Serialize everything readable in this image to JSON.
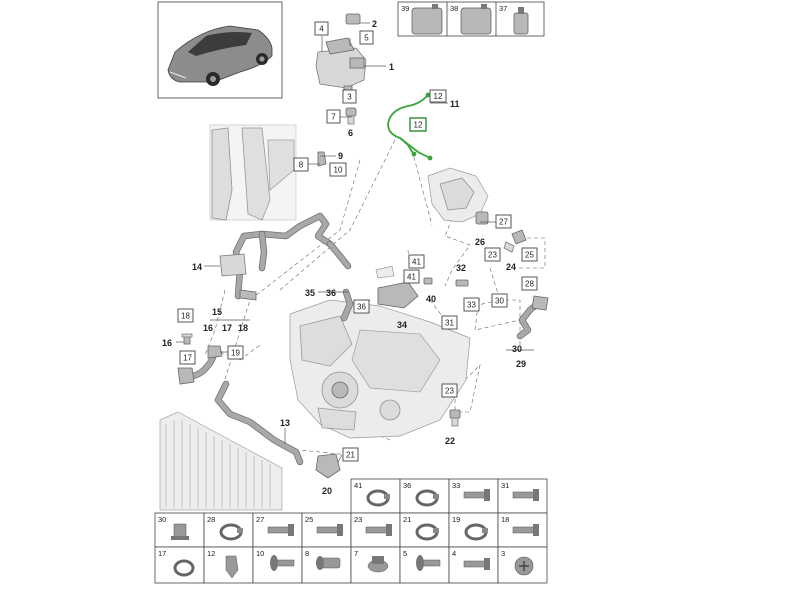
{
  "thumbnail": {
    "icon": "car-suv-icon"
  },
  "fluid_containers": [
    {
      "number": "39",
      "icon": "jerrycan-icon"
    },
    {
      "number": "38",
      "icon": "jerrycan-icon"
    },
    {
      "number": "37",
      "icon": "bottle-icon"
    }
  ],
  "boxed_callouts": [
    {
      "name": "callout-box-4",
      "text": "4"
    },
    {
      "name": "callout-box-5",
      "text": "5"
    },
    {
      "name": "callout-box-3",
      "text": "3"
    },
    {
      "name": "callout-box-7",
      "text": "7"
    },
    {
      "name": "callout-box-8",
      "text": "8"
    },
    {
      "name": "callout-box-10",
      "text": "10"
    },
    {
      "name": "callout-box-12-top",
      "text": "12"
    },
    {
      "name": "callout-box-12-highlighted",
      "text": "12"
    },
    {
      "name": "callout-box-27",
      "text": "27"
    },
    {
      "name": "callout-box-25",
      "text": "25"
    },
    {
      "name": "callout-box-23-right",
      "text": "23"
    },
    {
      "name": "callout-box-28",
      "text": "28"
    },
    {
      "name": "callout-box-30",
      "text": "30"
    },
    {
      "name": "callout-box-33",
      "text": "33"
    },
    {
      "name": "callout-box-31",
      "text": "31"
    },
    {
      "name": "callout-box-41-a",
      "text": "41"
    },
    {
      "name": "callout-box-41-b",
      "text": "41"
    },
    {
      "name": "callout-box-36",
      "text": "36"
    },
    {
      "name": "callout-box-18",
      "text": "18"
    },
    {
      "name": "callout-box-17",
      "text": "17"
    },
    {
      "name": "callout-box-19",
      "text": "19"
    },
    {
      "name": "callout-box-23-center",
      "text": "23"
    },
    {
      "name": "callout-box-21",
      "text": "21"
    }
  ],
  "plain_callouts": [
    {
      "name": "callout-2",
      "text": "2"
    },
    {
      "name": "callout-1",
      "text": "1"
    },
    {
      "name": "callout-11",
      "text": "11"
    },
    {
      "name": "callout-6",
      "text": "6"
    },
    {
      "name": "callout-9",
      "text": "9"
    },
    {
      "name": "callout-26",
      "text": "26"
    },
    {
      "name": "callout-24",
      "text": "24"
    },
    {
      "name": "callout-32",
      "text": "32"
    },
    {
      "name": "callout-40",
      "text": "40"
    },
    {
      "name": "callout-14",
      "text": "14"
    },
    {
      "name": "callout-35",
      "text": "35"
    },
    {
      "name": "callout-36",
      "text": "36"
    },
    {
      "name": "callout-34",
      "text": "34"
    },
    {
      "name": "callout-15",
      "text": "15"
    },
    {
      "name": "callout-16-group",
      "text": "16"
    },
    {
      "name": "callout-17-group",
      "text": "17"
    },
    {
      "name": "callout-18-group",
      "text": "18"
    },
    {
      "name": "callout-16",
      "text": "16"
    },
    {
      "name": "callout-30",
      "text": "30"
    },
    {
      "name": "callout-29",
      "text": "29"
    },
    {
      "name": "callout-13",
      "text": "13"
    },
    {
      "name": "callout-22",
      "text": "22"
    },
    {
      "name": "callout-20",
      "text": "20"
    }
  ],
  "small_parts": [
    {
      "number": "41",
      "icon": "hose-clamp-icon"
    },
    {
      "number": "36",
      "icon": "hose-clamp-icon"
    },
    {
      "number": "33",
      "icon": "bolt-icon"
    },
    {
      "number": "31",
      "icon": "bolt-icon"
    },
    {
      "number": "30",
      "icon": "spacer-icon"
    },
    {
      "number": "28",
      "icon": "hose-clamp-icon"
    },
    {
      "number": "27",
      "icon": "bolt-icon"
    },
    {
      "number": "25",
      "icon": "bolt-icon"
    },
    {
      "number": "23",
      "icon": "bolt-icon"
    },
    {
      "number": "21",
      "icon": "hose-clamp-icon"
    },
    {
      "number": "19",
      "icon": "hose-clamp-icon"
    },
    {
      "number": "18",
      "icon": "bolt-icon"
    },
    {
      "number": "17",
      "icon": "o-ring-icon"
    },
    {
      "number": "12",
      "icon": "clip-icon"
    },
    {
      "number": "10",
      "icon": "flange-bolt-icon"
    },
    {
      "number": "8",
      "icon": "collar-bolt-icon"
    },
    {
      "number": "7",
      "icon": "flange-nut-icon"
    },
    {
      "number": "5",
      "icon": "flange-bolt-icon"
    },
    {
      "number": "4",
      "icon": "bolt-icon"
    },
    {
      "number": "3",
      "icon": "torx-screw-icon"
    }
  ],
  "colors": {
    "highlight": "#3aa53a",
    "line": "#444444",
    "part": "#d8d8d8"
  }
}
